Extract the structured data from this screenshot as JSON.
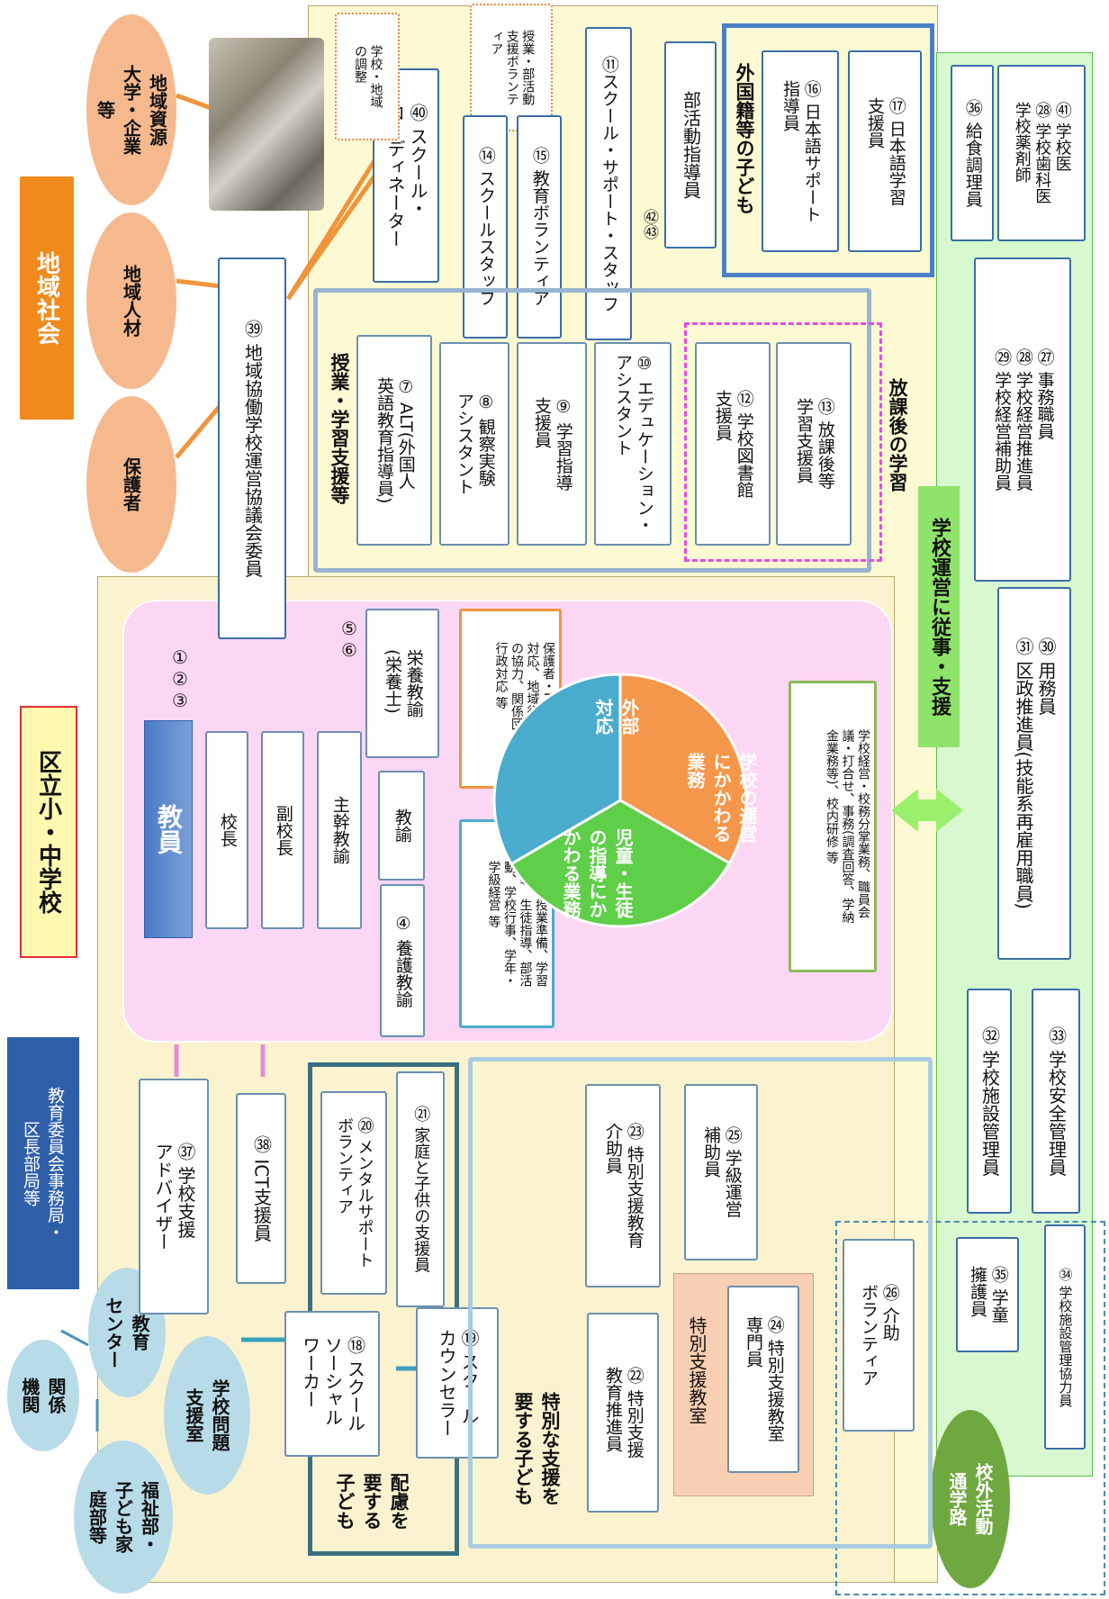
{
  "labels": {
    "chiiki_shakai": "地域社会",
    "kuritsu": "区立小・中学校",
    "kyoiku_iinkai": "教育委員会事務局・\n区長部局等",
    "ovals_top": [
      "地域資源\n大学・企業\n等",
      "地域人材",
      "保護者"
    ],
    "ovals_left": [
      "関係\n機関",
      "教育\nセンター",
      "学校問題\n支援室",
      "福祉部・\n子ども家\n庭部等"
    ],
    "chiiki_kyodo": "㊴ 地域協働学校運営協議会委員",
    "school_coord": "㊵ スクール・\nコーディネーター",
    "coord_note": "学校・地域\nの調整",
    "volunteer_note": "授業・部活動\n支援ボランテ\nィア",
    "school_staff": "⑭ スクールスタッフ",
    "kyoiku_vol": "⑮ 教育ボランティア",
    "school_support": "⑪スクール・サポート・スタッフ",
    "n4243": "㊷㊸",
    "bukatsu": "部活動指導員",
    "gaikoku_title": "外国籍等の子ども",
    "nihongo_support": "⑯ 日本語サポート\n指導員",
    "nihongo_gakushu": "⑰ 日本語学習\n支援員",
    "jugyo_title": "授業・学習支援等",
    "alt": "⑦ ALT(外国人\n英語教育指導員)",
    "kansatsu": "⑧ 観察実験\nアシスタント",
    "gakushu_shido": "⑨ 学習指導\n支援員",
    "edu_assist": "⑩ エデュケーション・\nアシスタント",
    "toshokan": "⑫ 学校図書館\n支援員",
    "hokago_shien": "⑬ 放課後等\n学習支援員",
    "hokago_title": "放課後の学習",
    "kyuushoku": "㊱ 給食調理員",
    "gakko_i": "㊶ 学校医\n㉘ 学校歯科医\n学校薬剤師",
    "jimu": "㉗ 事務職員\n㉘ 学校経営推進員\n㉙ 学校経営補助員",
    "unei_title": "学校運営に従事・支援",
    "yomu": "㉚ 用務員\n㉛ 区政推進員(技能系再雇用職員)",
    "shisetsu_kanri": "㉜ 学校施設管理員",
    "anzen_kanri": "㉝ 学校安全管理員",
    "gakudo": "㉟ 学童\n擁護員",
    "shisetsu_kyoryoku": "㉞ 学校施設管理協力員",
    "kogai_title": "校外活動\n通学路",
    "kyoin_title": "教員",
    "n123": "①②③",
    "kocho": "校長",
    "fukukocho": "副校長",
    "shukan": "主幹教諭",
    "kyoyu": "教諭",
    "yogo": "④ 養護教諭",
    "eiyo": "栄養教諭\n(栄養士)",
    "n56": "⑤⑥",
    "pie_external": "外部\n対応",
    "pie_management": "学校の運営\nにかかわる\n業務",
    "pie_guidance": "児童・生徒\nの指導にか\nかわる業務",
    "desc_external": "保護者・PTA・地域\n対応、地域行事へ\nの協力、関係団体・\n行政対応 等",
    "desc_guidance": "授業・授業準備、学習\n指導、生徒指導、部活\n動、学校行事、学年・\n学級経営 等",
    "desc_management": "学校経営・校務分掌業務、職員会\n議・打合せ、事務(調査回答、学納\n金業務等)、校内研修 等",
    "school_adv": "㊲ 学校支援\nアドバイザー",
    "ict": "㊳ ICT支援員",
    "mental": "⑳ メンタルサポート\nボランティア",
    "katei": "㉑ 家庭と子供の支援員",
    "ssw": "⑱ スクール\nソーシャル\nワーカー",
    "sc": "⑲ スクール\nカウンセラー",
    "hairyo_title": "配慮を\n要する\n子ども",
    "tokubetsu_kaijo": "㉓ 特別支援教育\n介助員",
    "gakkyu_unei": "㉕ 学級運営\n補助員",
    "tokubetsu_kyoshitsu": "特別支援教室",
    "tokubetsu_senmon": "㉔ 特別支援教室\n専門員",
    "kaijo_vol": "㉖ 介助\nボランティア",
    "tokubetsu_suishin": "㉒ 特別支援\n教育推進員",
    "tokubetsu_title": "特別な支援を\n要する子ども"
  },
  "pie_chart": {
    "slices": [
      {
        "label": "外部対応",
        "share": 0.333,
        "color": "#f5974a"
      },
      {
        "label": "学校の運営にかかわる業務",
        "share": 0.333,
        "color": "#5fce48"
      },
      {
        "label": "児童・生徒の指導にかかわる業務",
        "share": 0.334,
        "color": "#4aaccc"
      }
    ]
  },
  "colors": {
    "community_bg": "#fdf9d3",
    "teacher_bg": "#fcd7f3",
    "unei_bg": "#d8f9cf",
    "orange_title": "#f08a1c",
    "navy_title": "#2f5fa8",
    "blue_frame": "#4a7fc8",
    "magenta_dash": "#e050e0",
    "green_title": "#8ee36a"
  }
}
